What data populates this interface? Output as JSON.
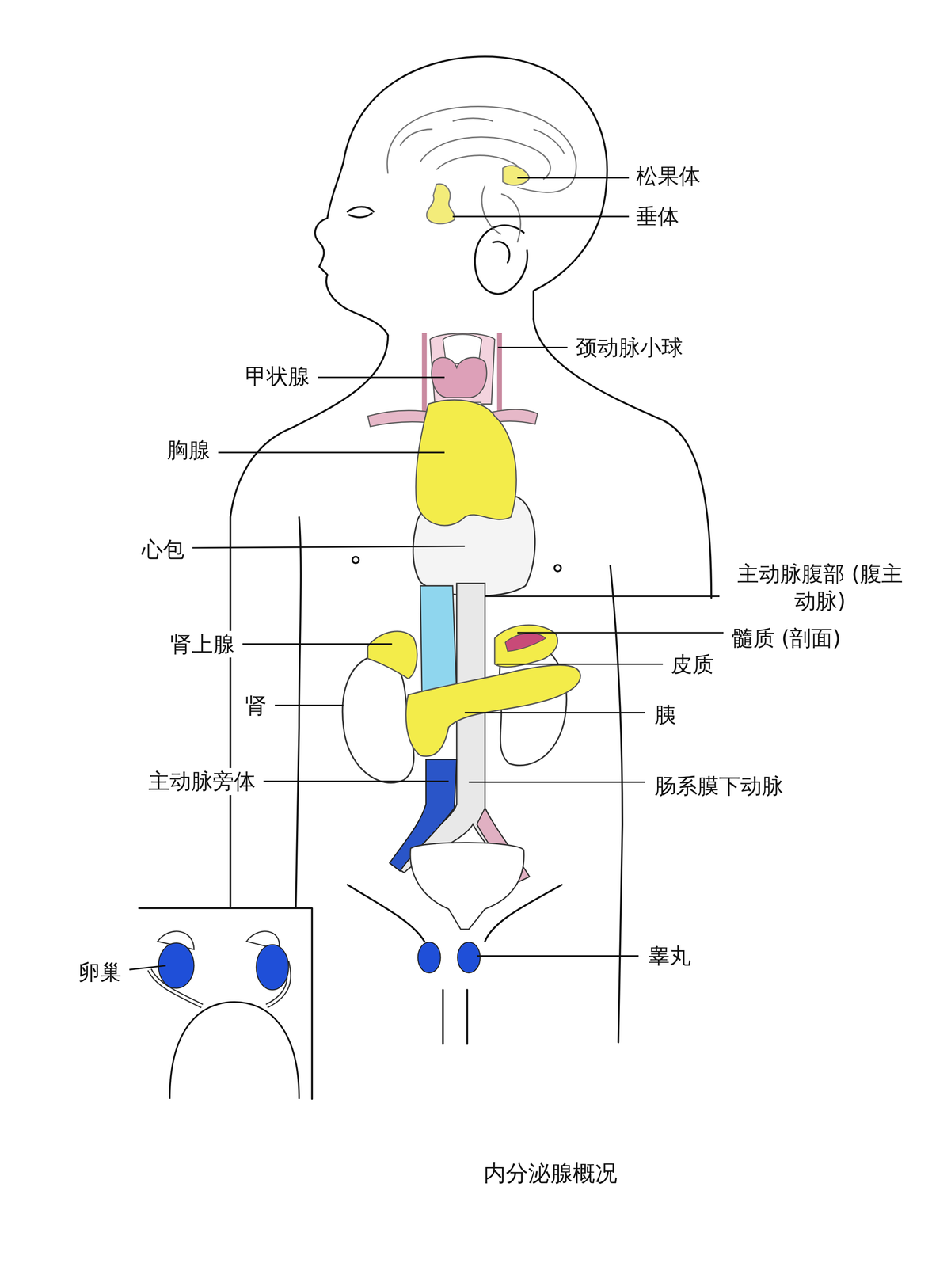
{
  "diagram": {
    "caption": "内分泌腺概况",
    "labels": [
      "松果体",
      "垂体",
      "颈动脉小球",
      "甲状腺",
      "胸腺",
      "心包",
      "主动脉腹部 (腹主动脉)",
      "肾上腺",
      "髓质 (剖面)",
      "皮质",
      "肾",
      "胰",
      "主动脉旁体",
      "肠系膜下动脉",
      "卵巢",
      "睾丸"
    ]
  }
}
